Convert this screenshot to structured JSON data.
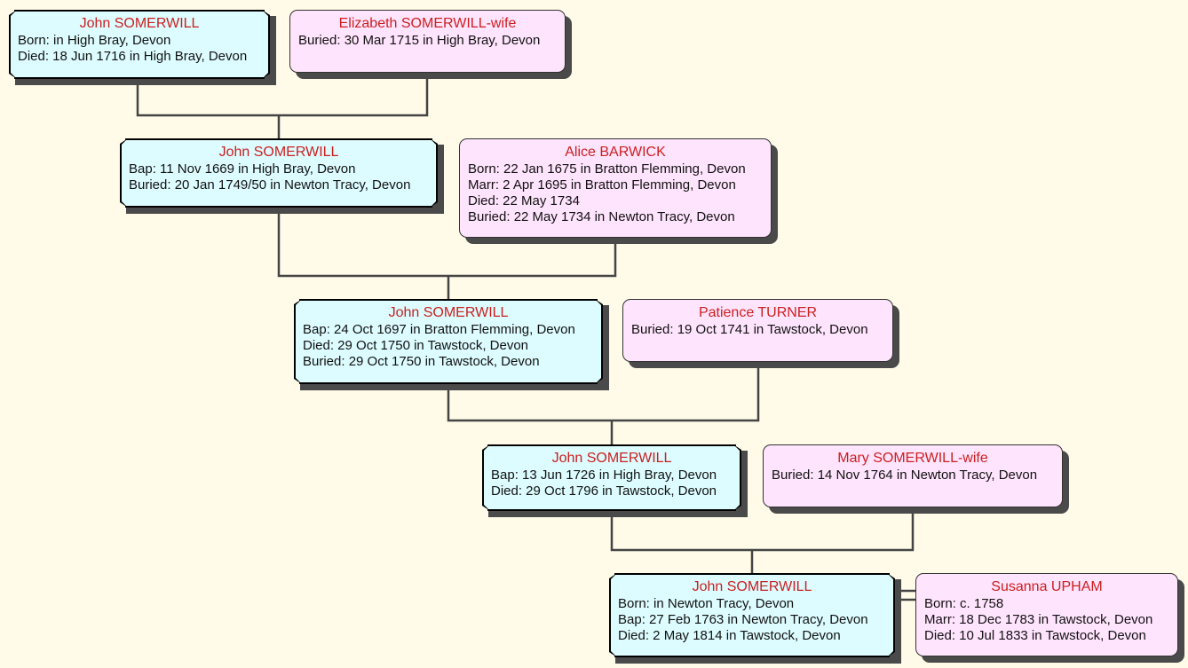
{
  "people": [
    {
      "name": "John SOMERWILL",
      "sex": "male",
      "lines": [
        "Born:  in High Bray, Devon",
        "Died: 18 Jun 1716 in High Bray, Devon"
      ]
    },
    {
      "name": "Elizabeth SOMERWILL-wife",
      "sex": "female",
      "lines": [
        "Buried: 30 Mar 1715 in High Bray, Devon"
      ]
    },
    {
      "name": "John SOMERWILL",
      "sex": "male",
      "lines": [
        "Bap: 11 Nov 1669 in High Bray, Devon",
        "Buried: 20 Jan 1749/50 in Newton Tracy, Devon"
      ]
    },
    {
      "name": "Alice BARWICK",
      "sex": "female",
      "lines": [
        "Born: 22 Jan 1675 in Bratton Flemming, Devon",
        "Marr: 2 Apr 1695 in Bratton Flemming, Devon",
        "Died: 22 May 1734",
        "Buried: 22 May 1734 in Newton Tracy, Devon"
      ]
    },
    {
      "name": "John SOMERWILL",
      "sex": "male",
      "lines": [
        "Bap: 24 Oct 1697 in Bratton Flemming, Devon",
        "Died: 29 Oct 1750 in Tawstock, Devon",
        "Buried: 29 Oct 1750 in Tawstock, Devon"
      ]
    },
    {
      "name": "Patience TURNER",
      "sex": "female",
      "lines": [
        "Buried: 19 Oct 1741 in Tawstock, Devon"
      ]
    },
    {
      "name": "John SOMERWILL",
      "sex": "male",
      "lines": [
        "Bap: 13 Jun 1726 in High Bray, Devon",
        "Died: 29 Oct 1796 in Tawstock, Devon"
      ]
    },
    {
      "name": "Mary SOMERWILL-wife",
      "sex": "female",
      "lines": [
        "Buried: 14 Nov 1764 in Newton Tracy, Devon"
      ]
    },
    {
      "name": "John SOMERWILL",
      "sex": "male",
      "lines": [
        "Born:  in Newton Tracy, Devon",
        "Bap: 27 Feb 1763 in Newton Tracy, Devon",
        "Died: 2 May 1814 in Tawstock, Devon"
      ]
    },
    {
      "name": "Susanna UPHAM",
      "sex": "female",
      "lines": [
        "Born: c. 1758",
        "Marr: 18 Dec 1783 in Tawstock, Devon",
        "Died: 10 Jul 1833 in Tawstock, Devon"
      ]
    }
  ],
  "colors": {
    "male_fill": "#ddfcff",
    "female_fill": "#ffe4fd",
    "name_text": "#cc1f1f",
    "background": "#fffbe8",
    "connector": "#444444"
  }
}
